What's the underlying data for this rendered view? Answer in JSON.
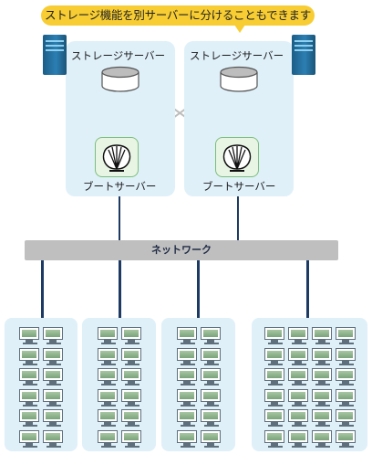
{
  "callout": {
    "text": "ストレージ機能を別サーバーに分けることもできます"
  },
  "servers": [
    {
      "storage_label": "ストレージサーバー",
      "boot_label": "ブートサーバー"
    },
    {
      "storage_label": "ストレージサーバー",
      "boot_label": "ブートサーバー"
    }
  ],
  "network": {
    "label": "ネットワーク"
  },
  "terminal_groups": [
    {
      "columns": 2,
      "rows": 6
    },
    {
      "columns": 2,
      "rows": 6
    },
    {
      "columns": 2,
      "rows": 6
    },
    {
      "columns": 4,
      "rows": 6
    }
  ],
  "colors": {
    "callout": "#f7cd33",
    "panel": "#dff0f9",
    "network_bar": "#bfbfbf",
    "link_line": "#1c3a63",
    "server_tower": "#2c7fb3"
  },
  "icons": [
    "server-tower-icon",
    "storage-disk-icon",
    "boot-shell-icon",
    "monitor-icon"
  ]
}
